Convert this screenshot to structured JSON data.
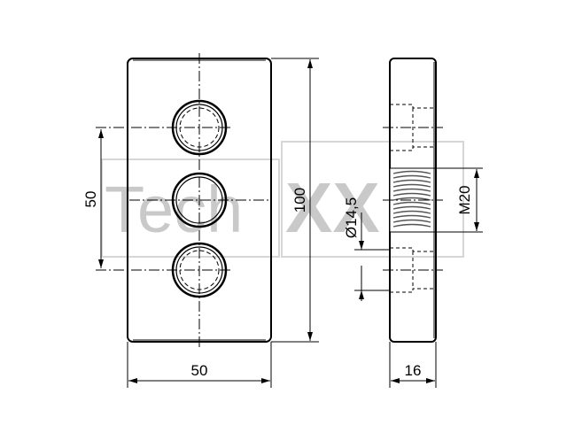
{
  "watermark": {
    "text_left": "Tech",
    "text_right": "XX",
    "color": "#d0d0d0"
  },
  "front_view": {
    "holes": 3,
    "dimensions": {
      "width": "50",
      "height": "100",
      "hole_spacing": "50"
    }
  },
  "side_view": {
    "dimensions": {
      "thickness": "16",
      "counterbore_diameter": "Ø14,5",
      "thread": "M20"
    }
  },
  "colors": {
    "line": "#000000",
    "thread_shading": "#555555"
  }
}
